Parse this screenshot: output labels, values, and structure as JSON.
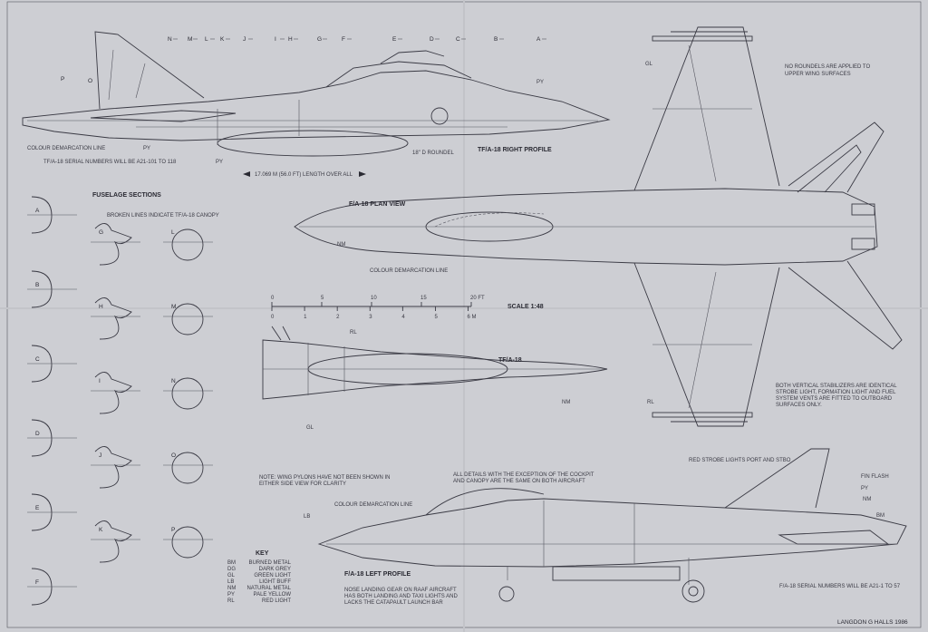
{
  "section_markers": [
    "N",
    "M",
    "L",
    "K",
    "J",
    "I",
    "H",
    "G",
    "F",
    "E",
    "D",
    "C",
    "B",
    "A"
  ],
  "right_profile": {
    "title": "TF/A-18 RIGHT PROFILE",
    "labels": {
      "p": "P",
      "o": "O",
      "py1": "PY",
      "py2": "PY",
      "py3": "PY",
      "roundel": "18\" D ROUNDEL",
      "demarcation": "COLOUR DEMARCATION LINE"
    },
    "serial_note": "TF/A-18 SERIAL NUMBERS WILL BE A21-101 TO 118",
    "length": "17.069 M (56.0 FT)  LENGTH OVER ALL"
  },
  "plan_view": {
    "title": "F/A-18 PLAN VIEW",
    "labels": {
      "gl": "GL",
      "nm": "NM",
      "rl": "RL",
      "demarcation": "COLOUR DEMARCATION LINE"
    },
    "note_roundels": [
      "NO ROUNDELS ARE APPLIED TO",
      "UPPER WING SURFACES"
    ],
    "note_stabilizers": [
      "BOTH VERTICAL STABILIZERS ARE IDENTICAL",
      "STROBE LIGHT, FORMATION LIGHT AND  FUEL",
      "SYSTEM VENTS ARE FITTED TO OUTBOARD",
      "SURFACES ONLY."
    ]
  },
  "fuselage_sections": {
    "title": "FUSELAGE SECTIONS",
    "note": "BROKEN LINES INDICATE TF/A-18 CANOPY",
    "col1": [
      "A",
      "B",
      "C",
      "D",
      "E",
      "F"
    ],
    "col2": [
      "G",
      "H",
      "I",
      "J",
      "K"
    ],
    "col3": [
      "L",
      "M",
      "N",
      "O",
      "P"
    ]
  },
  "scale": {
    "title": "SCALE  1:48",
    "ft_ticks": [
      "0",
      "5",
      "10",
      "15",
      "20 FT"
    ],
    "m_ticks": [
      "0",
      "1",
      "2",
      "3",
      "4",
      "5",
      "6 M"
    ]
  },
  "tf_plan": {
    "title": "TF/A-18",
    "labels": {
      "rl": "RL",
      "nm": "NM",
      "gl": "GL"
    }
  },
  "left_profile": {
    "title": "F/A-18 LEFT PROFILE",
    "labels": {
      "lb": "LB",
      "demarcation": "COLOUR DEMARCATION LINE",
      "strobe": "RED STROBE LIGHTS PORT AND STBO",
      "fin_flash": "FIN FLASH",
      "py": "PY",
      "nm": "NM",
      "bm": "BM"
    },
    "note_pylons": [
      "NOTE:  WING PYLONS HAVE NOT BEEN SHOWN IN",
      "EITHER SIDE VIEW FOR CLARITY"
    ],
    "note_details": [
      "ALL DETAILS WITH THE EXCEPTION OF THE  COCKPIT",
      "AND CANOPY ARE THE SAME ON  BOTH AIRCRAFT"
    ],
    "note_gear": [
      "NOSE LANDING GEAR ON RAAF AIRCRAFT",
      "HAS BOTH LANDING AND TAXI LIGHTS AND",
      "LACKS THE CATAPAULT LAUNCH BAR"
    ],
    "serial_note": "F/A-18 SERIAL NUMBERS WILL BE A21-1 TO 57"
  },
  "key": {
    "title": "KEY",
    "items": [
      {
        "code": "BM",
        "name": "BURNED METAL"
      },
      {
        "code": "DG",
        "name": "DARK GREY"
      },
      {
        "code": "GL",
        "name": "GREEN LIGHT"
      },
      {
        "code": "LB",
        "name": "LIGHT BUFF"
      },
      {
        "code": "NM",
        "name": "NATURAL METAL"
      },
      {
        "code": "PY",
        "name": "PALE YELLOW"
      },
      {
        "code": "RL",
        "name": "RED LIGHT"
      }
    ]
  },
  "credit": "LANGDON G HALLS   1986",
  "colors": {
    "paper": "#cdced3",
    "ink": "#3a3a44"
  }
}
